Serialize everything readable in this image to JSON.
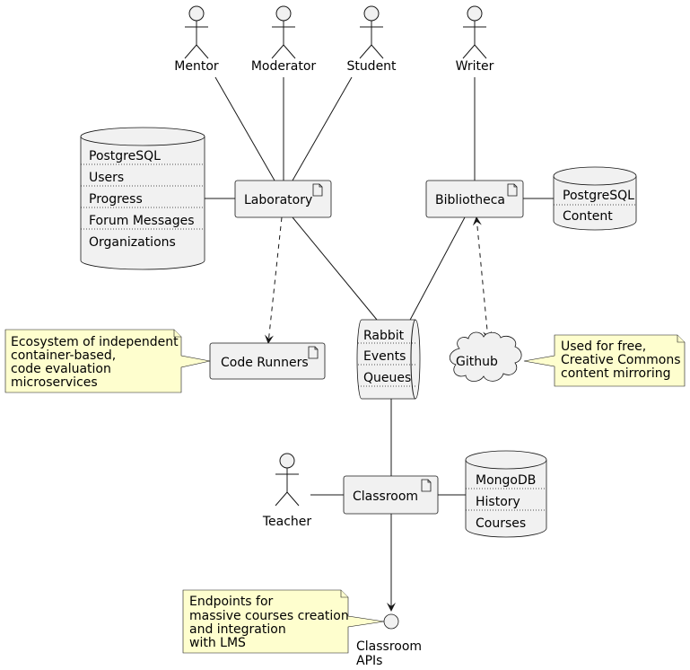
{
  "actors": {
    "mentor": "Mentor",
    "moderator": "Moderator",
    "student": "Student",
    "writer": "Writer",
    "teacher": "Teacher"
  },
  "components": {
    "laboratory": "Laboratory",
    "bibliotheca": "Bibliotheca",
    "code_runners": "Code Runners",
    "classroom": "Classroom"
  },
  "databases": {
    "lab_db": [
      "PostgreSQL",
      "Users",
      "Progress",
      "Forum Messages",
      "Organizations"
    ],
    "biblio_db": [
      "PostgreSQL",
      "Content"
    ],
    "classroom_db": [
      "MongoDB",
      "History",
      "Courses"
    ]
  },
  "queue": [
    "Rabbit",
    "Events",
    "Queues"
  ],
  "cloud": "Github",
  "interface": [
    "Classroom",
    "APIs"
  ],
  "notes": {
    "code_runners_note": [
      "Ecosystem of independent",
      "container-based,",
      "code evaluation",
      "microservices"
    ],
    "github_note": [
      "Used for free,",
      "Creative Commons",
      "content mirroring"
    ],
    "apis_note": [
      "Endpoints for",
      "massive courses creation",
      "and integration",
      "with LMS"
    ]
  }
}
